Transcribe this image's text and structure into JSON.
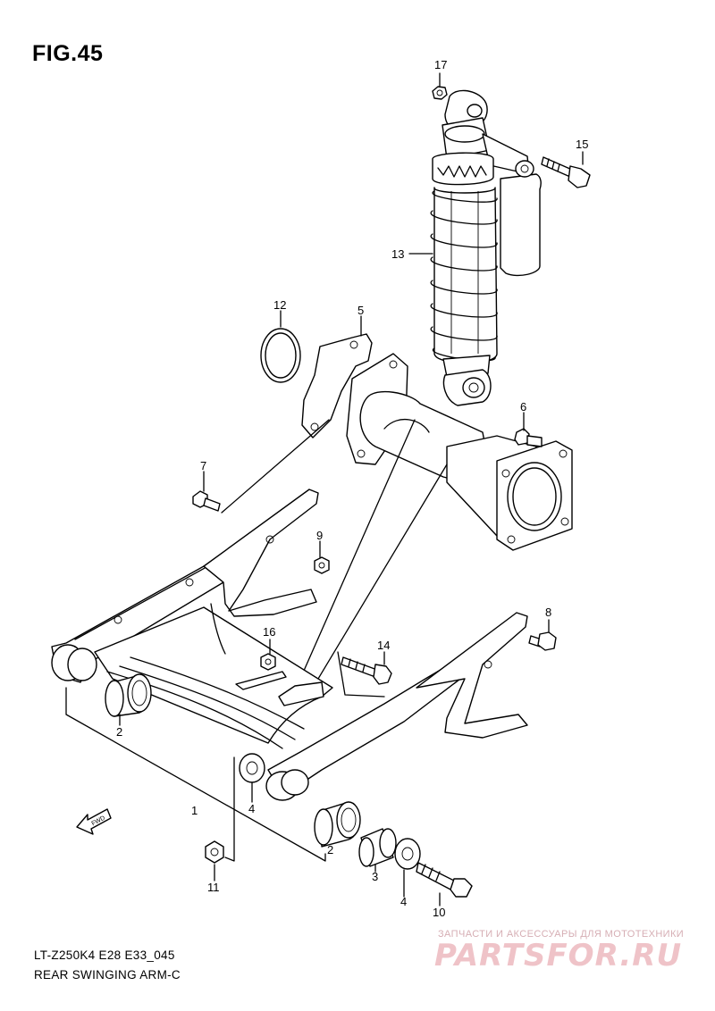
{
  "figure": {
    "title": "FIG.45",
    "model_code": "LT-Z250K4 E28 E33_045",
    "assembly_name": "REAR SWINGING ARM-C",
    "fwd_label": "FWD"
  },
  "callouts": [
    {
      "id": "c17",
      "number": "17"
    },
    {
      "id": "c15",
      "number": "15"
    },
    {
      "id": "c13",
      "number": "13"
    },
    {
      "id": "c12",
      "number": "12"
    },
    {
      "id": "c5",
      "number": "5"
    },
    {
      "id": "c6",
      "number": "6"
    },
    {
      "id": "c7",
      "number": "7"
    },
    {
      "id": "c9",
      "number": "9"
    },
    {
      "id": "c8",
      "number": "8"
    },
    {
      "id": "c16",
      "number": "16"
    },
    {
      "id": "c14",
      "number": "14"
    },
    {
      "id": "c2a",
      "number": "2"
    },
    {
      "id": "c1",
      "number": "1"
    },
    {
      "id": "c4a",
      "number": "4"
    },
    {
      "id": "c2b",
      "number": "2"
    },
    {
      "id": "c3",
      "number": "3"
    },
    {
      "id": "c11",
      "number": "11"
    },
    {
      "id": "c4b",
      "number": "4"
    },
    {
      "id": "c10",
      "number": "10"
    }
  ],
  "watermark": {
    "tagline": "ЗАПЧАСТИ И АКСЕССУАРЫ ДЛЯ МОТОТЕХНИКИ",
    "logo": "PARTSFOR.RU"
  }
}
